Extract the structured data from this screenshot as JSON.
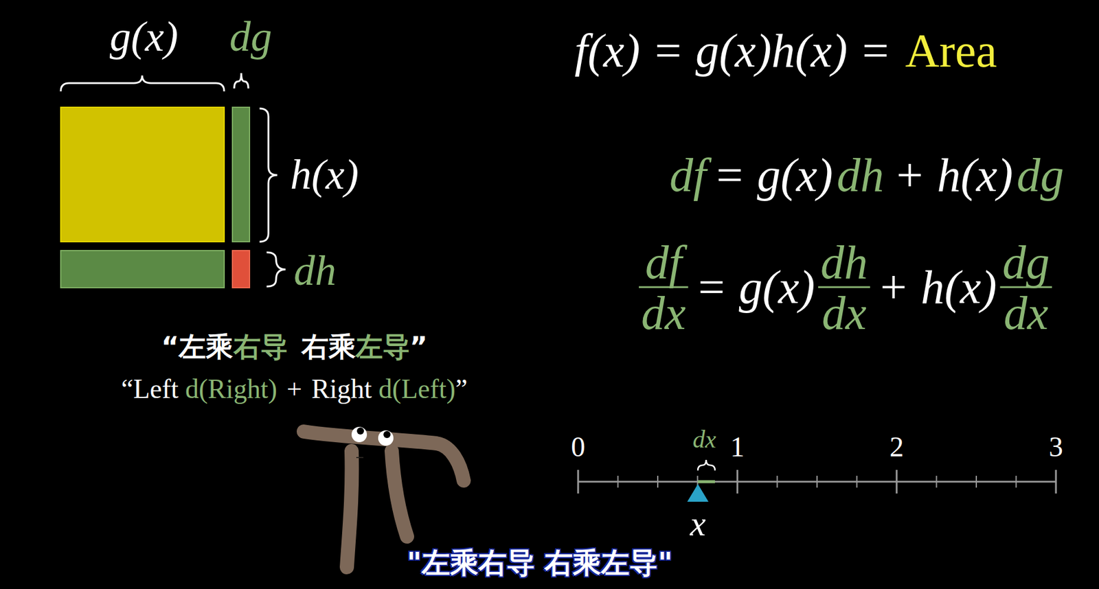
{
  "diagram": {
    "labels": [
      "g(x)",
      "dg",
      "h(x)",
      "dh",
      "“左乘",
      "右导",
      "右乘",
      "左导",
      "”",
      "“Left",
      "d(Right)",
      "+",
      "Right",
      "d(Left)",
      "”",
      "f(x) = g(x)h(x) =",
      "Area",
      "df",
      "= g(x)",
      "dh",
      "+ h(x)",
      "dg",
      "df",
      "dx",
      "= g(x)",
      "dh",
      "dx",
      "+ h(x)",
      "dg",
      "dx",
      "0",
      "1",
      "2",
      "3",
      "dx",
      "x",
      "\"左乘右导 右乘左导\""
    ]
  }
}
